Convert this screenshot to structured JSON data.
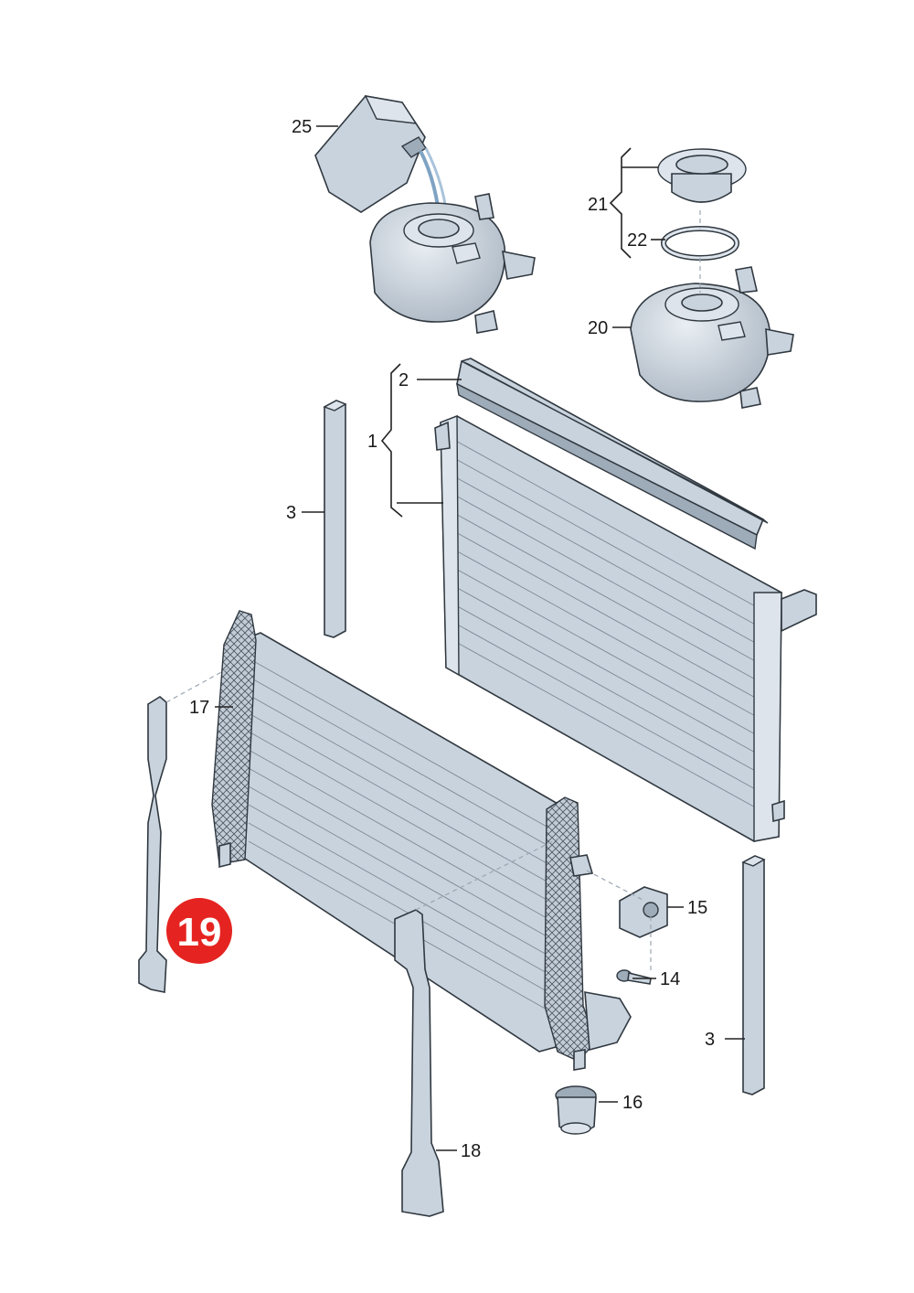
{
  "badge": {
    "text": "19",
    "color": "#e52421"
  },
  "callouts": {
    "c25": "25",
    "c21": "21",
    "c22": "22",
    "c20": "20",
    "c2": "2",
    "c1": "1",
    "c3_left": "3",
    "c17": "17",
    "c15": "15",
    "c14": "14",
    "c3_right": "3",
    "c16": "16",
    "c18": "18"
  },
  "colors": {
    "part_fill": "#c9d3dd",
    "outline": "#303840"
  }
}
